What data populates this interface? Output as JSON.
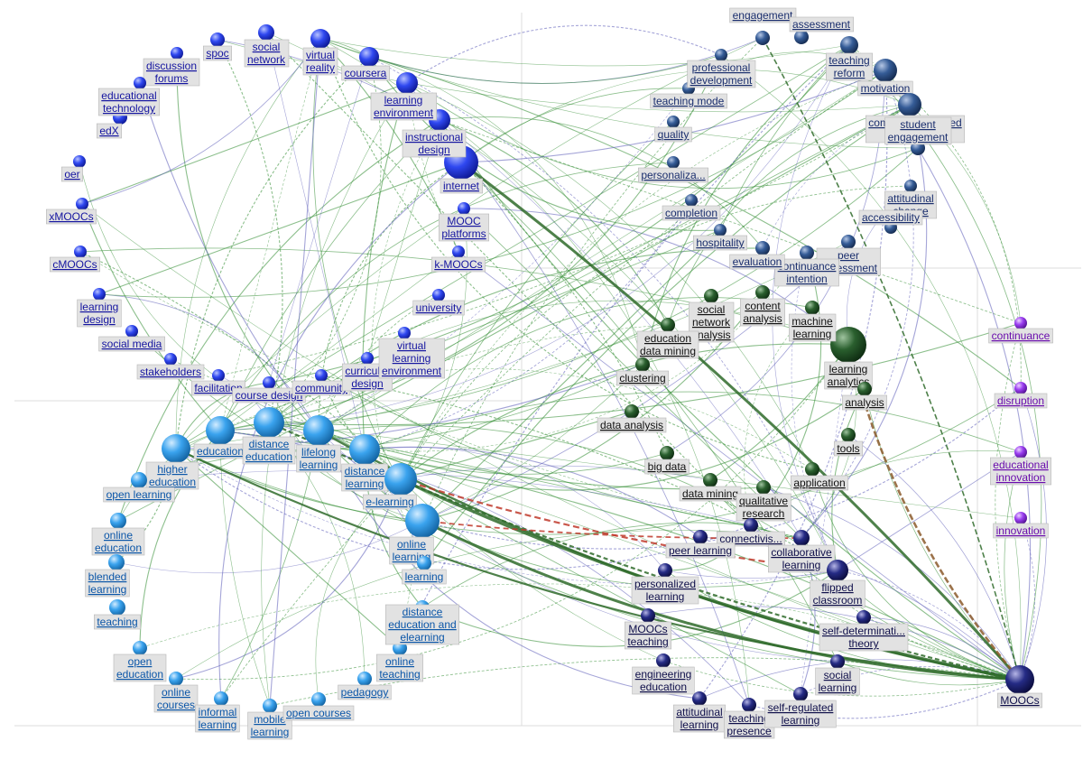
{
  "colors": {
    "edge_green": "#2e8b2e",
    "edge_purple": "#5b5bb8",
    "edge_darkgreen": "#2f6b2a",
    "edge_red": "#c0392b",
    "edge_brown": "#8b5a2b",
    "label_bg": "#e2e2e2"
  },
  "clusters": [
    {
      "id": "c1",
      "name": "cluster-blue",
      "color": "#1b2fd6",
      "label_color": "#1515a0",
      "nodes": [
        {
          "id": "edx",
          "label": "edX"
        },
        {
          "id": "oer",
          "label": "oer"
        },
        {
          "id": "xmoocs",
          "label": "xMOOCs"
        },
        {
          "id": "cmoocs",
          "label": "cMOOCs"
        },
        {
          "id": "learning_design",
          "label": "learning design"
        },
        {
          "id": "social_media",
          "label": "social media"
        },
        {
          "id": "stakeholders",
          "label": "stakeholders"
        },
        {
          "id": "facilitation",
          "label": "facilitation"
        },
        {
          "id": "course_design",
          "label": "course design"
        },
        {
          "id": "community",
          "label": "community"
        },
        {
          "id": "curricular_design",
          "label": "curricular design"
        },
        {
          "id": "vle",
          "label": "virtual learning environment"
        },
        {
          "id": "university",
          "label": "university"
        },
        {
          "id": "kmoocs",
          "label": "k-MOOCs"
        },
        {
          "id": "mooc_platforms",
          "label": "MOOC platforms"
        },
        {
          "id": "internet",
          "label": "internet"
        },
        {
          "id": "instructional_design",
          "label": "instructional design"
        },
        {
          "id": "learning_env",
          "label": "learning environment"
        },
        {
          "id": "coursera",
          "label": "coursera"
        },
        {
          "id": "virtual_reality",
          "label": "virtual reality"
        },
        {
          "id": "social_network",
          "label": "social network"
        },
        {
          "id": "spoc",
          "label": "spoc"
        },
        {
          "id": "discussion_forums",
          "label": "discussion forums"
        },
        {
          "id": "edu_tech",
          "label": "educational technology"
        }
      ]
    },
    {
      "id": "c2",
      "name": "cluster-lightblue",
      "color": "#2f95e0",
      "label_color": "#0b56a8",
      "nodes": [
        {
          "id": "education",
          "label": "education"
        },
        {
          "id": "distance_education",
          "label": "distance education"
        },
        {
          "id": "lifelong_learning",
          "label": "lifelong learning"
        },
        {
          "id": "distance_learning",
          "label": "distance learning"
        },
        {
          "id": "e_learning",
          "label": "e-learning"
        },
        {
          "id": "online_learning",
          "label": "online learning"
        },
        {
          "id": "higher_education",
          "label": "higher education"
        },
        {
          "id": "open_learning",
          "label": "open learning"
        },
        {
          "id": "online_education",
          "label": "online education"
        },
        {
          "id": "blended_learning",
          "label": "blended learning"
        },
        {
          "id": "teaching",
          "label": "teaching"
        },
        {
          "id": "open_education",
          "label": "open education"
        },
        {
          "id": "online_courses",
          "label": "online courses"
        },
        {
          "id": "informal_learning",
          "label": "informal learning"
        },
        {
          "id": "mobile_learning",
          "label": "mobile learning"
        },
        {
          "id": "open_courses",
          "label": "open courses"
        },
        {
          "id": "pedagogy",
          "label": "pedagogy"
        },
        {
          "id": "online_teaching",
          "label": "online teaching"
        },
        {
          "id": "deel",
          "label": "distance education and elearning"
        },
        {
          "id": "learning",
          "label": "learning"
        }
      ]
    },
    {
      "id": "c3",
      "name": "cluster-steelblue",
      "color": "#2b4f86",
      "label_color": "#1b2f6e",
      "nodes": [
        {
          "id": "engagement",
          "label": "engagement"
        },
        {
          "id": "assessment",
          "label": "assessment"
        },
        {
          "id": "teaching_reform",
          "label": "teaching reform"
        },
        {
          "id": "motivation",
          "label": "motivation"
        },
        {
          "id": "cmc",
          "label": "computer-mediated communica"
        },
        {
          "id": "student_engagement",
          "label": "student engagement"
        },
        {
          "id": "attitudinal_change",
          "label": "attitudinal change"
        },
        {
          "id": "accessibility",
          "label": "accessibility"
        },
        {
          "id": "peer_assessment",
          "label": "peer assessment"
        },
        {
          "id": "continuance_intention",
          "label": "continuance intention"
        },
        {
          "id": "evaluation",
          "label": "evaluation"
        },
        {
          "id": "hospitality",
          "label": "hospitality"
        },
        {
          "id": "completion",
          "label": "completion"
        },
        {
          "id": "personalization",
          "label": "personaliza..."
        },
        {
          "id": "quality",
          "label": "quality"
        },
        {
          "id": "teaching_mode",
          "label": "teaching mode"
        },
        {
          "id": "professional_development",
          "label": "professional development"
        }
      ]
    },
    {
      "id": "c4",
      "name": "cluster-darkgreen",
      "color": "#1f4f24",
      "label_color": "#111111",
      "nodes": [
        {
          "id": "learning_analytics",
          "label": "learning analytics"
        },
        {
          "id": "social_network_analysis",
          "label": "social network analysis"
        },
        {
          "id": "content_analysis",
          "label": "content analysis"
        },
        {
          "id": "machine_learning",
          "label": "machine learning"
        },
        {
          "id": "edm",
          "label": "education data mining"
        },
        {
          "id": "clustering",
          "label": "clustering"
        },
        {
          "id": "analysis",
          "label": "analysis"
        },
        {
          "id": "tools",
          "label": "tools"
        },
        {
          "id": "data_analysis",
          "label": "data analysis"
        },
        {
          "id": "big_data",
          "label": "big data"
        },
        {
          "id": "application",
          "label": "application"
        },
        {
          "id": "data_mining",
          "label": "data mining"
        },
        {
          "id": "qualitative_research",
          "label": "qualitative research"
        }
      ]
    },
    {
      "id": "c5",
      "name": "cluster-navy",
      "color": "#1a1a6e",
      "label_color": "#0f0f4a",
      "nodes": [
        {
          "id": "connectivism",
          "label": "connectivis..."
        },
        {
          "id": "peer_learning",
          "label": "peer learning"
        },
        {
          "id": "collaborative_learning",
          "label": "collaborative learning"
        },
        {
          "id": "flipped_classroom",
          "label": "flipped classroom"
        },
        {
          "id": "personalized_learning",
          "label": "personalized learning"
        },
        {
          "id": "moocs_teaching",
          "label": "MOOCs teaching"
        },
        {
          "id": "engineering_education",
          "label": "engineering education"
        },
        {
          "id": "attitudinal_learning",
          "label": "attitudinal learning"
        },
        {
          "id": "teaching_presence",
          "label": "teaching presence"
        },
        {
          "id": "self_regulated_learning",
          "label": "self-regulated learning"
        },
        {
          "id": "social_learning",
          "label": "social learning"
        },
        {
          "id": "self_determination",
          "label": "self-determinati... theory"
        },
        {
          "id": "moocs",
          "label": "MOOCs"
        }
      ]
    },
    {
      "id": "c6",
      "name": "cluster-violet",
      "color": "#8a2be2",
      "label_color": "#6a0dad",
      "nodes": [
        {
          "id": "continuance",
          "label": "continuance"
        },
        {
          "id": "disruption",
          "label": "disruption"
        },
        {
          "id": "educational_innovation",
          "label": "educational innovation"
        },
        {
          "id": "innovation",
          "label": "innovation"
        }
      ]
    }
  ]
}
